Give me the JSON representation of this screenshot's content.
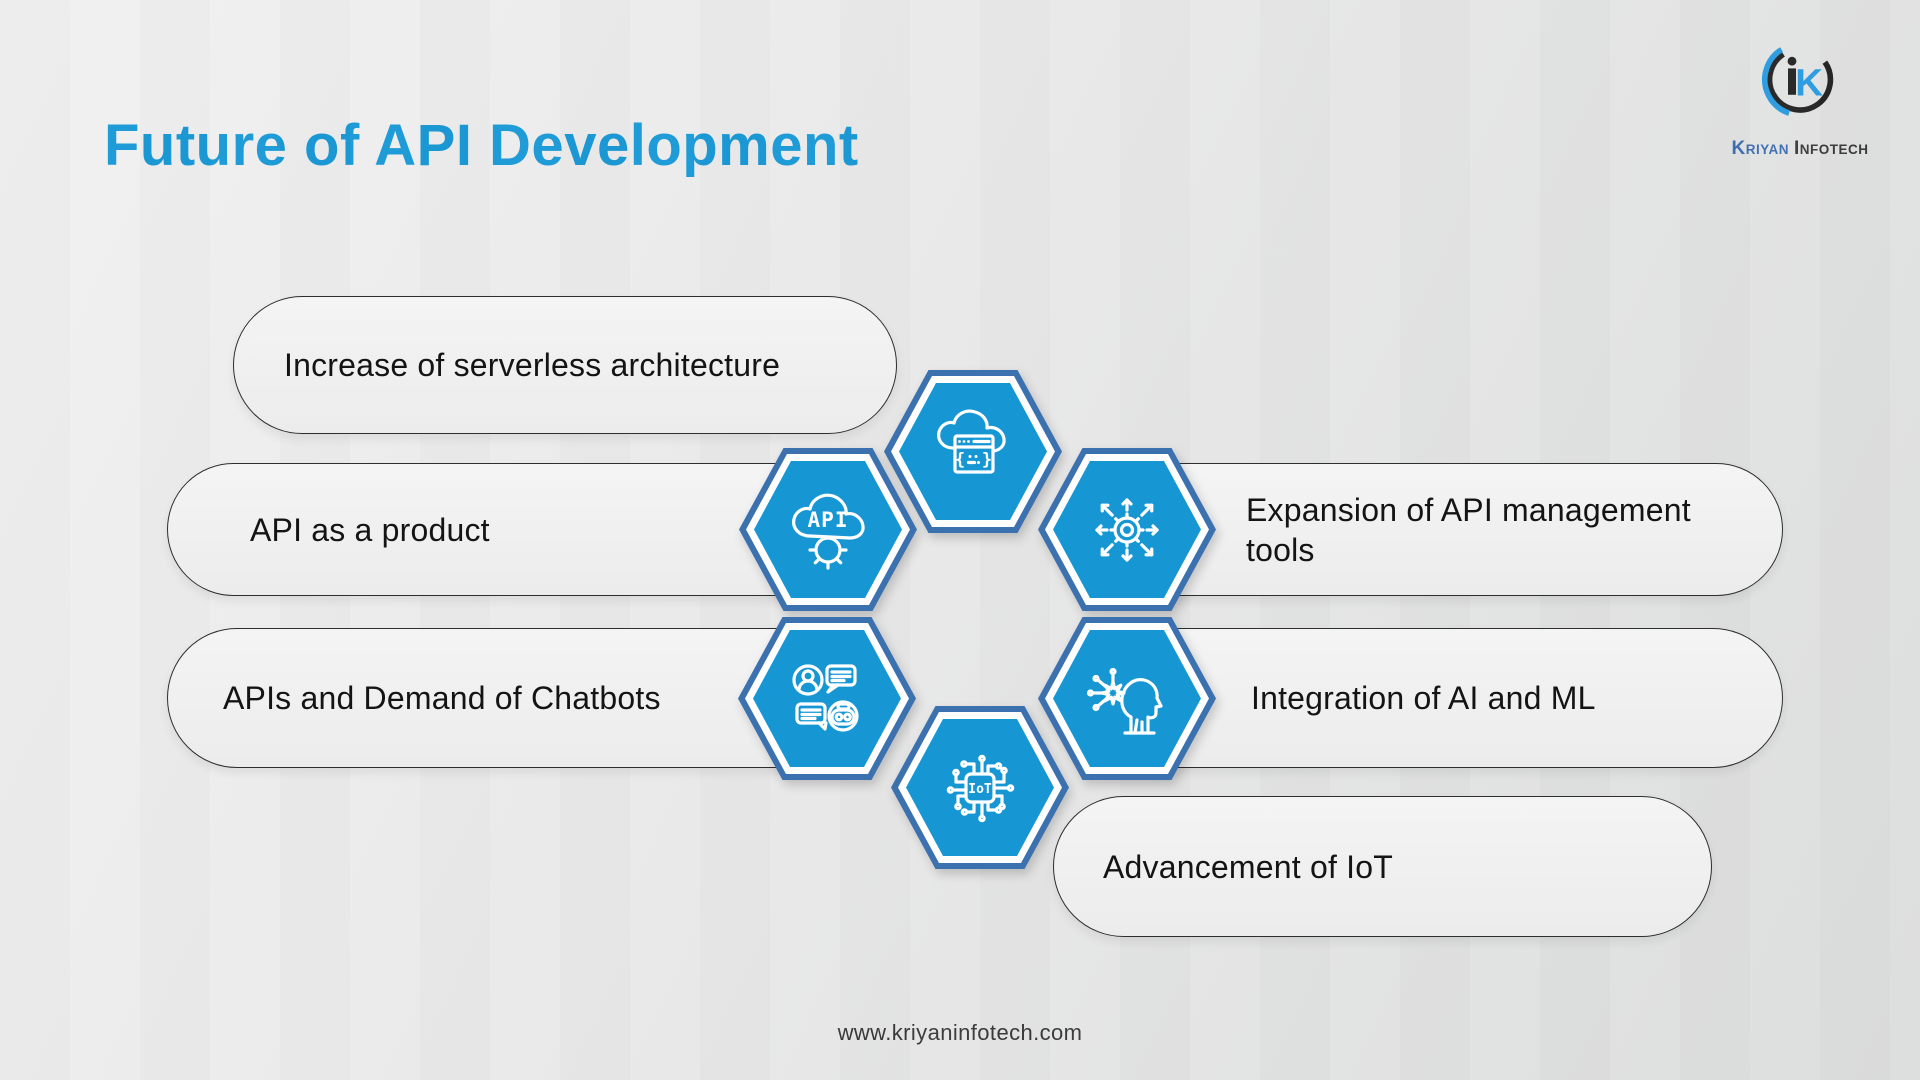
{
  "title": "Future of API Development",
  "logo": {
    "monogram_k": "K",
    "brand_first_initial": "K",
    "brand_first_rest": "RIYAN",
    "brand_second_initial": "I",
    "brand_second_rest": "NFOTECH"
  },
  "items": [
    {
      "id": "serverless",
      "label": "Increase of serverless architecture",
      "icon": "cloud-code-icon"
    },
    {
      "id": "api-product",
      "label": "API as a product",
      "icon": "api-cloud-gear-icon"
    },
    {
      "id": "api-management",
      "label": "Expansion of API management tools",
      "icon": "gear-expansion-icon"
    },
    {
      "id": "chatbots",
      "label": "APIs and Demand of Chatbots",
      "icon": "chatbot-icon"
    },
    {
      "id": "ai-ml",
      "label": "Integration of AI and ML",
      "icon": "ai-head-icon"
    },
    {
      "id": "iot",
      "label": "Advancement of IoT",
      "icon": "iot-chip-icon"
    }
  ],
  "icon_texts": {
    "api": "API",
    "iot": "IoT",
    "brace_left": "{",
    "brace_right": "}"
  },
  "footer": {
    "url": "www.kriyaninfotech.com"
  },
  "colors": {
    "accent_blue": "#1b9ad6",
    "hexagon_fill": "#1697d4",
    "hexagon_border": "#3b71ae",
    "logo_blue": "#2b9be0",
    "brand_blue": "#3f6fb3",
    "brand_dark": "#3c3c3c",
    "pill_border": "#2e2e2e",
    "text_dark": "#141414"
  }
}
